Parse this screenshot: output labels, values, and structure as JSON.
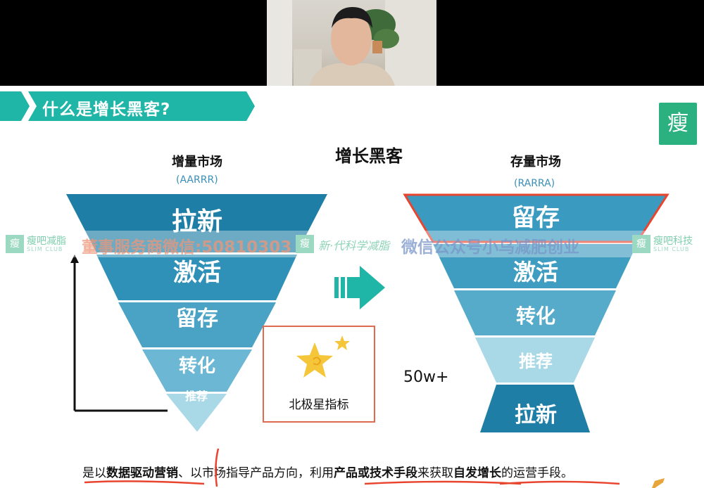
{
  "slide": {
    "title": "什么是增长黑客?",
    "logo_text": "瘦吧",
    "center_title": "增长黑客",
    "left": {
      "heading": "增量市场",
      "sub": "(AARRR)",
      "stages": [
        "拉新",
        "激活",
        "留存",
        "转化",
        "推荐"
      ]
    },
    "right": {
      "heading": "存量市场",
      "sub": "(RARRA)",
      "stages": [
        "留存",
        "激活",
        "转化",
        "推荐",
        "拉新"
      ]
    },
    "north_star_label": "北极星指标",
    "count_label": "50w+",
    "footer": {
      "p1": "是以",
      "b1": "数据驱动营销",
      "p2": "、以市场指导产品方向，利用",
      "b2": "产品或技术手段",
      "p3": "来获取",
      "b3": "自发增长",
      "p4": "的运营手段。"
    }
  },
  "watermark": {
    "brand_left": "瘦吧减脂",
    "brand_left_sub": "SLIM CLUB",
    "text1": "董事服务商微信:50810303",
    "brand_mid": "新·代科学减脂",
    "text2": "微信公众号小乌减肥创业",
    "brand_right": "瘦吧科技",
    "brand_right_sub": "SLIM CLUB"
  },
  "colors": {
    "accent": "#2bb07f",
    "banner": "#1fb5a7",
    "funnel_dark": "#1e7fa8",
    "funnel_light": "#a9d8e6",
    "highlight_red": "#e8442e"
  }
}
